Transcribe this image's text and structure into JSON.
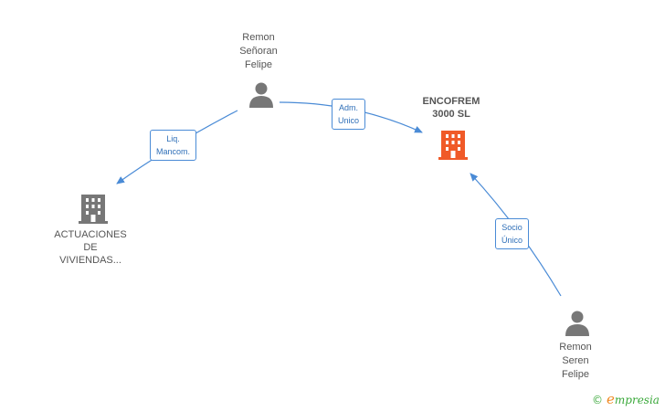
{
  "nodes": {
    "remon_senoran": {
      "lines": [
        "Remon",
        "Señoran",
        "Felipe"
      ],
      "icon": "person-icon"
    },
    "encofrem": {
      "lines": [
        "ENCOFREM",
        "3000 SL"
      ],
      "icon": "building-icon",
      "color": "#f05a28"
    },
    "actuaciones": {
      "lines": [
        "ACTUACIONES",
        "DE",
        "VIVIENDAS..."
      ],
      "icon": "building-icon",
      "color": "#777777"
    },
    "remon_seren": {
      "lines": [
        "Remon",
        "Seren",
        "Felipe"
      ],
      "icon": "person-icon"
    }
  },
  "relations": {
    "adm_unico": {
      "lines": [
        "Adm.",
        "Unico"
      ]
    },
    "liq_mancom": {
      "lines": [
        "Liq.",
        "Mancom."
      ]
    },
    "socio_unico": {
      "lines": [
        "Socio",
        "Único"
      ]
    }
  },
  "colors": {
    "edge": "#4a8bd6",
    "person": "#777777",
    "accent_company": "#f05a28"
  },
  "brand": {
    "copyright": "©",
    "initial": "e",
    "rest": "mpresia"
  }
}
